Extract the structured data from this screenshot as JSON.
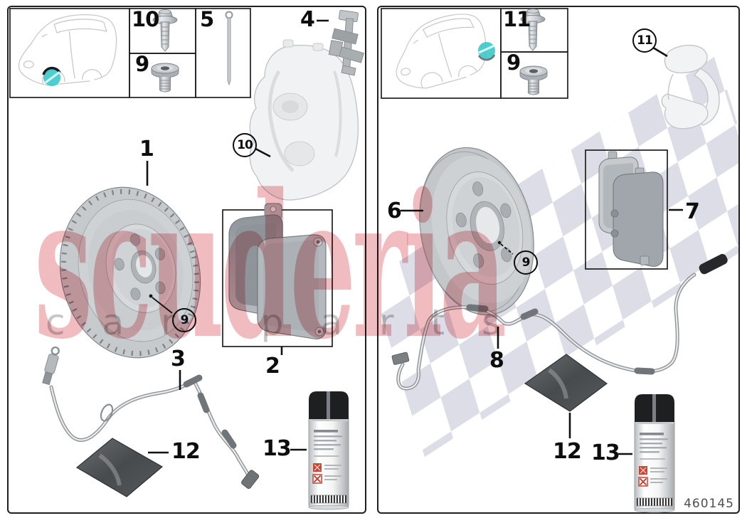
{
  "watermark": {
    "title": "scuderia",
    "subtitle": "car parts"
  },
  "diagram_number": "460145",
  "panels": {
    "left": {
      "inset": {
        "bolt_label": "10",
        "plug_label": "9",
        "pin_label": "5"
      },
      "callouts": {
        "disc": "1",
        "pads": "2",
        "sensor": "3",
        "retaining_clip": "4",
        "caliper": "10",
        "set_screw": "9",
        "grease_pack": "12",
        "brake_cleaner": "13"
      }
    },
    "right": {
      "inset": {
        "bolt_label": "11",
        "plug_label": "9"
      },
      "callouts": {
        "disc": "6",
        "pads": "7",
        "sensor": "8",
        "carrier": "11",
        "set_screw": "9",
        "grease_pack": "12",
        "brake_cleaner": "13"
      }
    }
  }
}
